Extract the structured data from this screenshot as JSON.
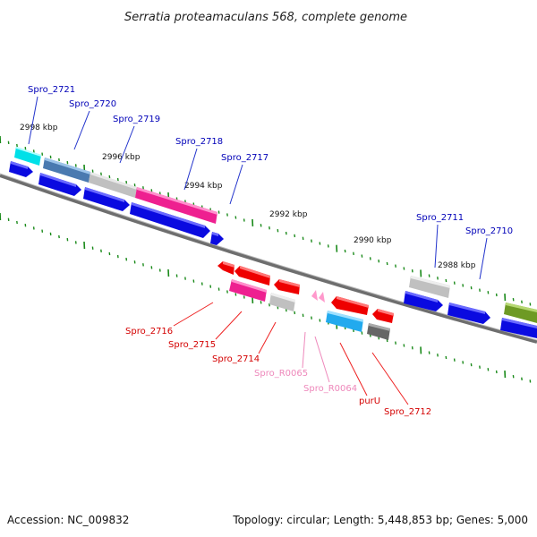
{
  "title": "Serratia proteamaculans 568, complete genome",
  "accession_text": "Accession: NC_009832",
  "summary_text": "Topology: circular; Length: 5,448,853 bp; Genes: 5,000",
  "colors": {
    "background": "#ffffff",
    "backbone": "#6e6e6e",
    "tick": "#1a8a1a",
    "label_blue": "#0000b8",
    "label_red": "#d40000",
    "label_pink": "#ee88bb",
    "leader_blue": "#2233cc",
    "leader_red": "#ee2222",
    "leader_pink": "#ee88bb",
    "cds_blue": "#0a0ae0",
    "gene_red": "#ee0000",
    "rna_pink": "#ff99cc",
    "cog_cyan": "#00e0e8",
    "cog_steel": "#4a7ab0",
    "cog_gray": "#c0c0c0",
    "cog_magenta": "#ee2090",
    "cog_sky": "#22aaee",
    "cog_dark": "#666666",
    "cog_olive": "#6e9a24"
  },
  "scale_labels": [
    {
      "text": "2998 kbp"
    },
    {
      "text": "2996 kbp"
    },
    {
      "text": "2994 kbp"
    },
    {
      "text": "2992 kbp"
    },
    {
      "text": "2990 kbp"
    },
    {
      "text": "2988 kbp"
    }
  ],
  "genes": [
    {
      "label": "Spro_2721",
      "strand": "top",
      "category": "cyan"
    },
    {
      "label": "Spro_2720",
      "strand": "top",
      "category": "steel"
    },
    {
      "label": "Spro_2719",
      "strand": "top",
      "category": "gray"
    },
    {
      "label": "Spro_2718",
      "strand": "top",
      "category": "magenta"
    },
    {
      "label": "Spro_2717",
      "strand": "top",
      "category": "none"
    },
    {
      "label": "Spro_2716",
      "strand": "bottom",
      "category": "none"
    },
    {
      "label": "Spro_2715",
      "strand": "bottom",
      "category": "magenta"
    },
    {
      "label": "Spro_2714",
      "strand": "bottom",
      "category": "gray"
    },
    {
      "label": "Spro_R0065",
      "strand": "bottom",
      "category": "rna"
    },
    {
      "label": "Spro_R0064",
      "strand": "bottom",
      "category": "rna"
    },
    {
      "label": "purU",
      "strand": "bottom",
      "category": "sky"
    },
    {
      "label": "Spro_2712",
      "strand": "bottom",
      "category": "dark"
    },
    {
      "label": "Spro_2711",
      "strand": "top",
      "category": "gray"
    },
    {
      "label": "Spro_2710",
      "strand": "top",
      "category": "none"
    }
  ]
}
